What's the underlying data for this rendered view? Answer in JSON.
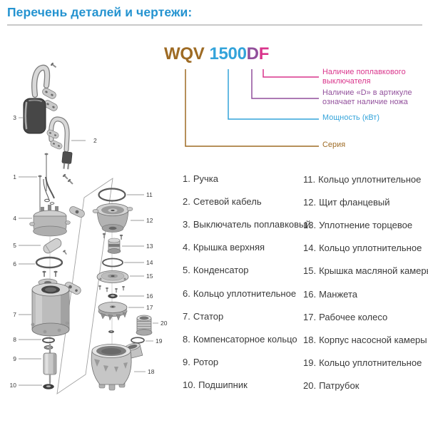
{
  "title": "Перечень деталей и чертежи:",
  "colors": {
    "title": "#2493d0",
    "series": "#9e6b24",
    "power": "#33a3da",
    "knife": "#914f9b",
    "float_switch": "#d9348b"
  },
  "model": {
    "series_code": "WQV",
    "power_code": "1500",
    "knife_code": "D",
    "float_code": "F"
  },
  "annotations": {
    "float_switch": "Наличие поплавкового выключателя",
    "knife": "Наличие «D» в артикуле означает наличие ножа",
    "power": "Мощность (кВт)",
    "series": "Серия"
  },
  "parts_list": {
    "items": [
      {
        "num": "1.",
        "label": "Ручка"
      },
      {
        "num": "2.",
        "label": "Сетевой кабель"
      },
      {
        "num": "3.",
        "label": "Выключатель поплавковый"
      },
      {
        "num": "4.",
        "label": "Крышка верхняя"
      },
      {
        "num": "5.",
        "label": "Конденсатор"
      },
      {
        "num": "6.",
        "label": "Кольцо уплотнительное"
      },
      {
        "num": "7.",
        "label": "Статор"
      },
      {
        "num": "8.",
        "label": "Компенсаторное кольцо"
      },
      {
        "num": "9.",
        "label": "Ротор"
      },
      {
        "num": "10.",
        "label": "Подшипник"
      },
      {
        "num": "11.",
        "label": "Кольцо уплотнительное"
      },
      {
        "num": "12.",
        "label": "Щит фланцевый"
      },
      {
        "num": "13.",
        "label": "Уплотнение торцевое"
      },
      {
        "num": "14.",
        "label": "Кольцо уплотнительное"
      },
      {
        "num": "15.",
        "label": "Крышка масляной камеры"
      },
      {
        "num": "16.",
        "label": "Манжета"
      },
      {
        "num": "17.",
        "label": "Рабочее колесо"
      },
      {
        "num": "18.",
        "label": "Корпус насосной камеры"
      },
      {
        "num": "19.",
        "label": "Кольцо уплотнительное"
      },
      {
        "num": "20.",
        "label": "Патрубок"
      }
    ]
  },
  "diagram": {
    "callouts": [
      "1",
      "2",
      "3",
      "4",
      "5",
      "6",
      "7",
      "8",
      "9",
      "10",
      "11",
      "12",
      "13",
      "14",
      "15",
      "16",
      "17",
      "18",
      "19",
      "20"
    ]
  }
}
